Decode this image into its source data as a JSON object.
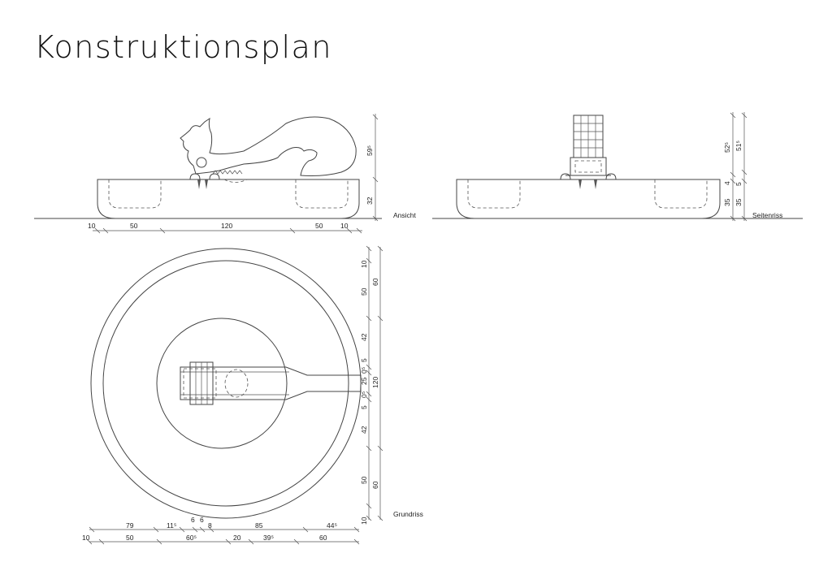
{
  "title": "Konstruktionsplan",
  "views": {
    "front_label": "Ansicht",
    "side_label": "Seitenriss",
    "plan_label": "Grundriss"
  },
  "front_dims": {
    "horizontal": [
      "10",
      "50",
      "120",
      "50",
      "10"
    ],
    "vertical": [
      "59⁵",
      "32"
    ]
  },
  "side_dims": {
    "col1": [
      "52⁵",
      "4",
      "35"
    ],
    "col2": [
      "51⁵",
      "5",
      "35"
    ]
  },
  "plan_dims": {
    "vertical_a": [
      "10",
      "50",
      "42",
      "5",
      "0⁵",
      "25",
      "0⁵",
      "5",
      "42",
      "50",
      "10"
    ],
    "vertical_b": [
      "60",
      "120",
      "60"
    ],
    "horizontal_top": [
      "79",
      "11⁵",
      "6",
      "6",
      "8",
      "85",
      "44⁵"
    ],
    "horizontal_bottom": [
      "10",
      "50",
      "60⁵",
      "20",
      "39⁵",
      "60"
    ]
  }
}
